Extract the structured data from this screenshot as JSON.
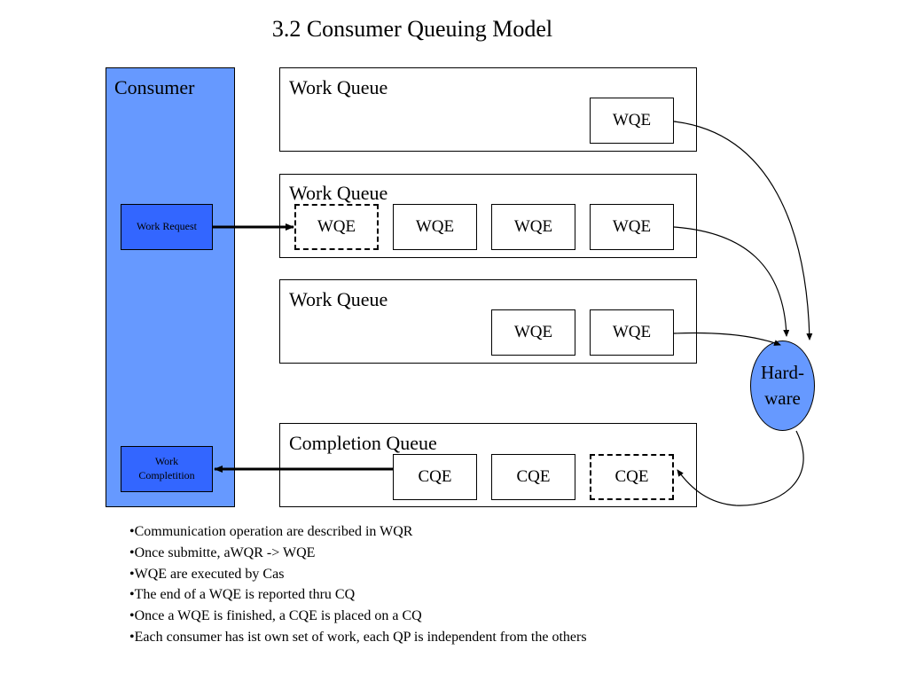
{
  "title": "3.2 Consumer Queuing Model",
  "consumer": {
    "label": "Consumer",
    "work_request": "Work Request",
    "work_completion": "Work Completition"
  },
  "work_queues": [
    {
      "label": "Work Queue",
      "entries": [
        "WQE"
      ]
    },
    {
      "label": "Work Queue",
      "entries": [
        "WQE",
        "WQE",
        "WQE",
        "WQE"
      ]
    },
    {
      "label": "Work Queue",
      "entries": [
        "WQE",
        "WQE"
      ]
    }
  ],
  "completion_queue": {
    "label": "Completion Queue",
    "entries": [
      "CQE",
      "CQE",
      "CQE"
    ]
  },
  "hardware": {
    "line1": "Hard-",
    "line2": "ware"
  },
  "bullets": [
    "•Communication operation are described in WQR",
    "•Once submitte, aWQR -> WQE",
    "•WQE are executed by Cas",
    "•The end of a WQE is reported thru CQ",
    "•Once a WQE is finished, a CQE is placed on a CQ",
    "•Each consumer has ist own set of work, each QP is independent from the others"
  ],
  "colors": {
    "consumer_fill": "#6699ff",
    "request_fill": "#3366ff",
    "hardware_fill": "#6699ff"
  }
}
